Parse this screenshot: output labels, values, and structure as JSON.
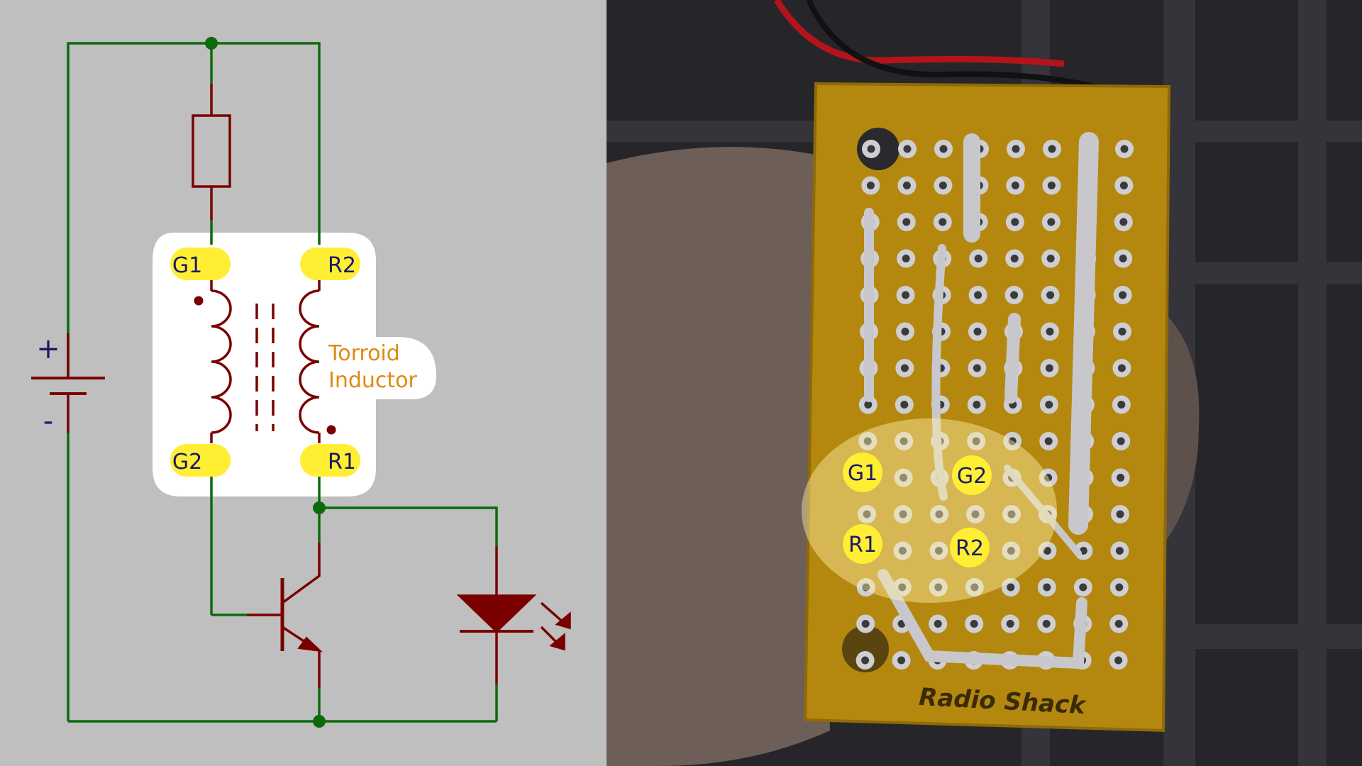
{
  "colors": {
    "schematic_bg": "#bfbfbf",
    "wire": "#0b6b0b",
    "component": "#7a0000",
    "pad": "#ffee33",
    "pad_text": "#1a1a66",
    "callout_text": "#e08a10",
    "callout_bg": "#ffffff",
    "photo_bg": "#26262a",
    "board": "#b4880f",
    "solder": "#c8c8cc"
  },
  "schematic": {
    "battery_plus": "+",
    "battery_minus": "-",
    "pads": {
      "g1": "G1",
      "g2": "G2",
      "r1": "R1",
      "r2": "R2"
    },
    "inductor_label_line1": "Torroid",
    "inductor_label_line2": "Inductor"
  },
  "photo": {
    "board_brand": "Radio Shack",
    "pads": {
      "g1": "G1",
      "g2": "G2",
      "r1": "R1",
      "r2": "R2"
    }
  }
}
